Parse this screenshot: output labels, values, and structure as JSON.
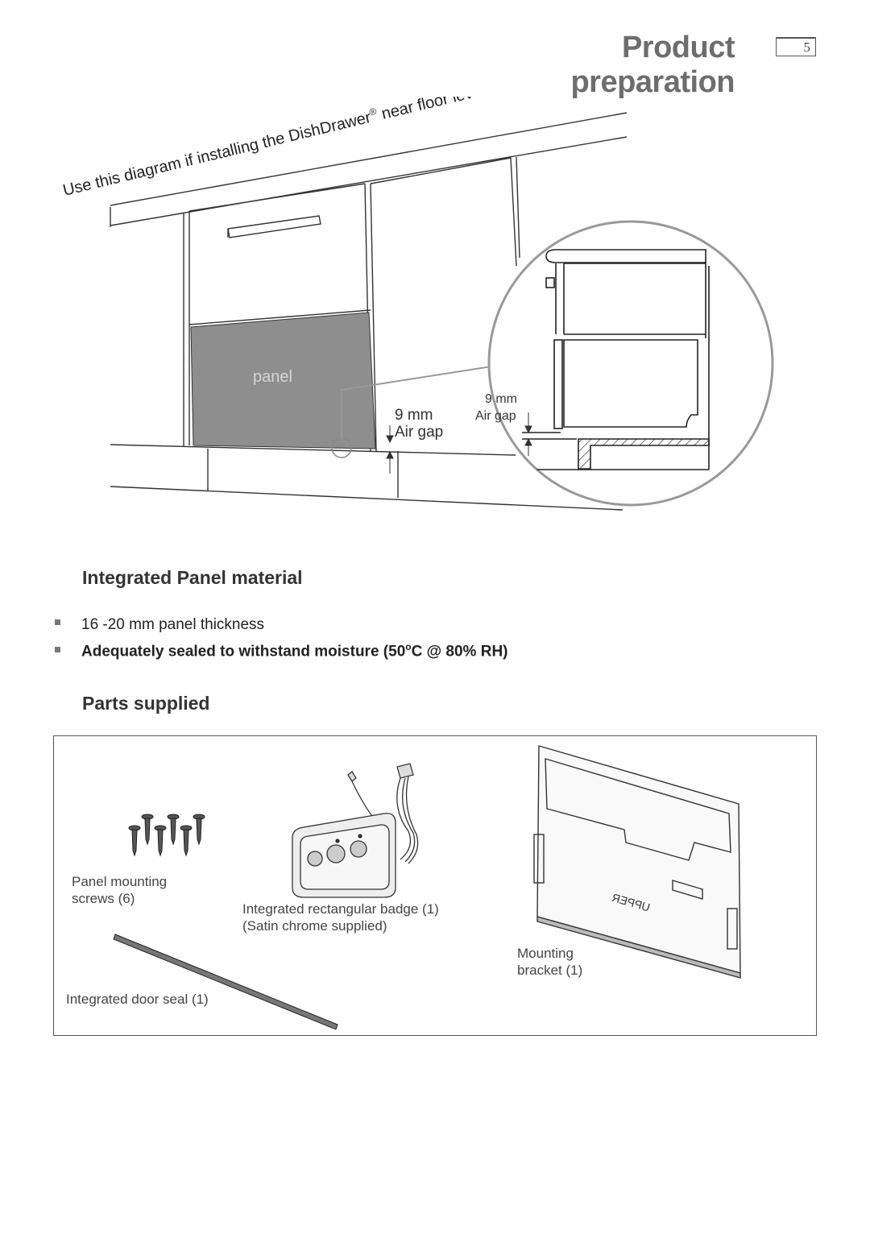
{
  "header": {
    "title": "Product preparation",
    "page_number": "5"
  },
  "diagram": {
    "caption_prefix": "Use this diagram if installing the DishDrawer",
    "caption_registered": "®",
    "caption_suffix": " near floor level.",
    "panel_label": "panel",
    "gap_value_main": "9 mm",
    "gap_label_main": "Air gap",
    "gap_value_detail": "9 mm",
    "gap_label_detail": "Air gap"
  },
  "panel_material": {
    "heading": "Integrated Panel material",
    "bullets": [
      "16 -20 mm panel thickness",
      "Adequately sealed to withstand moisture (50",
      "o",
      "C @ 80% RH)"
    ]
  },
  "parts": {
    "heading": "Parts supplied",
    "screws_line1": "Panel mounting",
    "screws_line2": "screws (6)",
    "badge_line1": "Integrated rectangular badge (1)",
    "badge_line2": "(Satin chrome supplied)",
    "bracket_line1": "Mounting",
    "bracket_line2": "bracket (1)",
    "seal": "Integrated door seal (1)",
    "bracket_stamp": "UPPER"
  }
}
